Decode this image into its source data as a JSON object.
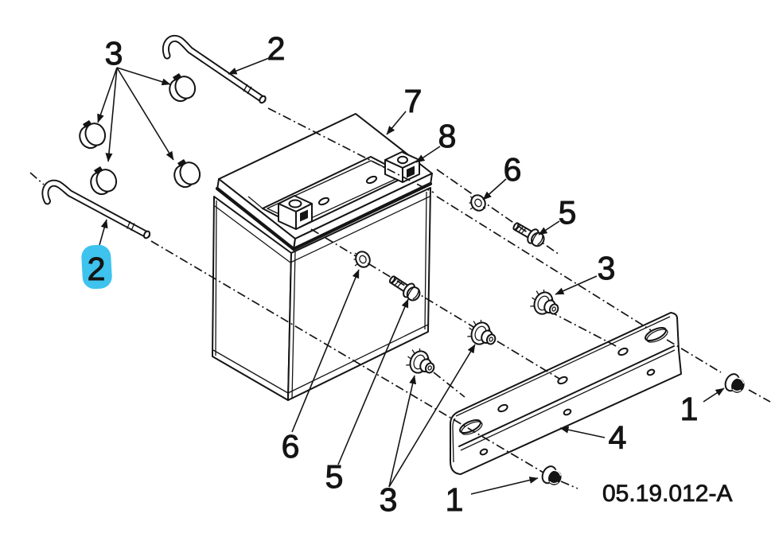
{
  "figure": {
    "code": "05.19.012-A"
  },
  "colors": {
    "line": "#141414",
    "highlight": "#3EC3EE",
    "background": "#FFFFFF"
  },
  "callouts": [
    {
      "id": "3-top-left",
      "label": "3",
      "highlighted": false
    },
    {
      "id": "2-top",
      "label": "2",
      "highlighted": false
    },
    {
      "id": "7-battery",
      "label": "7",
      "highlighted": false
    },
    {
      "id": "8-terminal",
      "label": "8",
      "highlighted": false
    },
    {
      "id": "6-right",
      "label": "6",
      "highlighted": false
    },
    {
      "id": "5-right",
      "label": "5",
      "highlighted": false
    },
    {
      "id": "3-right",
      "label": "3",
      "highlighted": false
    },
    {
      "id": "1-right",
      "label": "1",
      "highlighted": false
    },
    {
      "id": "4-bracket",
      "label": "4",
      "highlighted": false
    },
    {
      "id": "1-bottom",
      "label": "1",
      "highlighted": false
    },
    {
      "id": "3-bottom",
      "label": "3",
      "highlighted": false
    },
    {
      "id": "5-bottom",
      "label": "5",
      "highlighted": false
    },
    {
      "id": "6-bottom",
      "label": "6",
      "highlighted": false
    },
    {
      "id": "2-left",
      "label": "2",
      "highlighted": true
    }
  ]
}
